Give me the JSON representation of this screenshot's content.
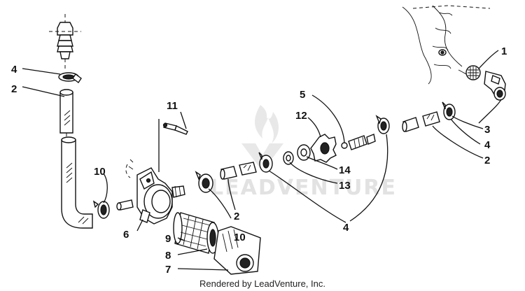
{
  "diagram": {
    "callouts": [
      "1",
      "2",
      "3",
      "4",
      "5",
      "12",
      "11",
      "10",
      "14",
      "13",
      "6",
      "9",
      "8",
      "7"
    ],
    "labels": {
      "n1": "1",
      "n2a": "2",
      "n2b": "2",
      "n2c": "2",
      "n3": "3",
      "n4a": "4",
      "n4b": "4",
      "n4c": "4",
      "n5": "5",
      "n6": "6",
      "n7": "7",
      "n8": "8",
      "n9": "9",
      "n10a": "10",
      "n10b": "10",
      "n11": "11",
      "n12": "12",
      "n13": "13",
      "n14": "14"
    },
    "watermark": "LEADVENTURE"
  },
  "footer": {
    "text": "Rendered by LeadVenture, Inc."
  }
}
